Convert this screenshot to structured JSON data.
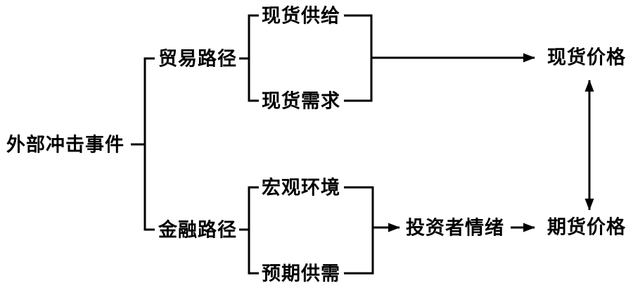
{
  "diagram": {
    "description": "Flowchart of external shock transmission to spot and futures prices",
    "nodes": {
      "root": "外部冲击事件",
      "trade_path": "贸易路径",
      "finance_path": "金融路径",
      "spot_supply": "现货供给",
      "spot_demand": "现货需求",
      "macro_environment": "宏观环境",
      "expected_supply_demand": "预期供需",
      "spot_price": "现货价格",
      "investor_sentiment": "投资者情绪",
      "futures_price": "期货价格"
    },
    "edges": [
      {
        "from": "root",
        "to": [
          "trade_path",
          "finance_path"
        ],
        "style": "bracket"
      },
      {
        "from": "trade_path",
        "to": [
          "spot_supply",
          "spot_demand"
        ],
        "style": "bracket"
      },
      {
        "from": [
          "spot_supply",
          "spot_demand"
        ],
        "to": "spot_price",
        "style": "arrow"
      },
      {
        "from": "finance_path",
        "to": [
          "macro_environment",
          "expected_supply_demand"
        ],
        "style": "bracket"
      },
      {
        "from": [
          "macro_environment",
          "expected_supply_demand"
        ],
        "to": "investor_sentiment",
        "style": "arrow"
      },
      {
        "from": "investor_sentiment",
        "to": "futures_price",
        "style": "arrow"
      },
      {
        "from": "spot_price",
        "to": "futures_price",
        "style": "double-arrow"
      }
    ],
    "colors": {
      "line": "#000000",
      "text": "#000000",
      "background": "#ffffff"
    }
  }
}
